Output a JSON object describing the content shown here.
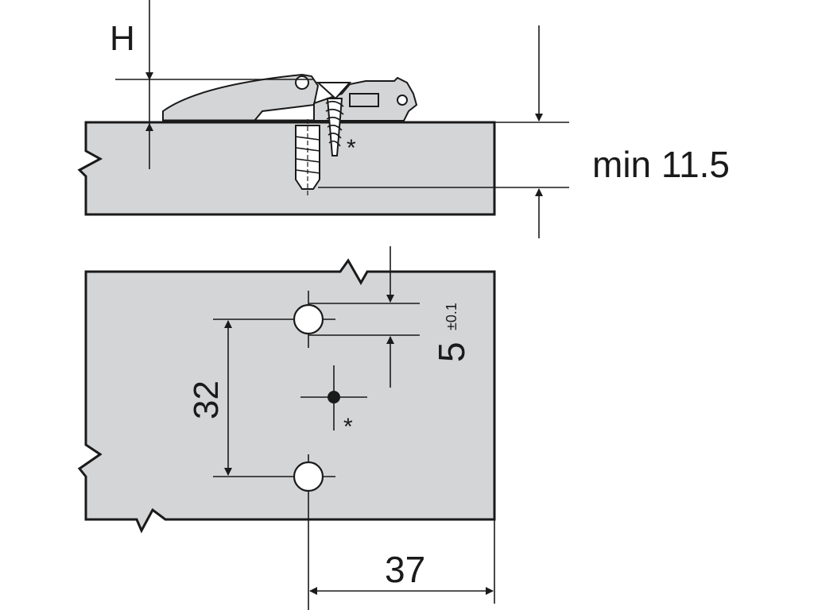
{
  "labels": {
    "height_param": "H",
    "min_thickness": "min 11.5",
    "hole_spacing": "32",
    "edge_distance": "37",
    "hole_offset": "5",
    "tolerance": "±0.1",
    "marker_top": "*",
    "marker_bottom": "*"
  },
  "colors": {
    "panel_fill": "#d4d5d6",
    "line": "#1a1a1a",
    "background": "#ffffff"
  }
}
